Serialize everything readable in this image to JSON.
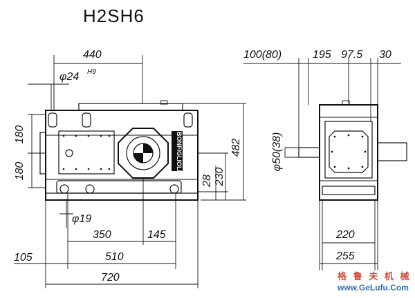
{
  "title": "H2SH6",
  "front_view": {
    "dims_top": {
      "overall_width_top": "440",
      "shaft_dia": "φ24",
      "shaft_tol": "H9"
    },
    "dims_left": {
      "upper_height": "180",
      "lower_height": "180"
    },
    "dims_right": {
      "dim_28": "28",
      "dim_230": "230",
      "dim_482": "482"
    },
    "dims_bottom": {
      "bolt_dia": "φ19",
      "d350": "350",
      "d145": "145",
      "d105": "105",
      "d510": "510",
      "d720": "720"
    },
    "nameplate": "BONFIGLIOLI"
  },
  "side_view": {
    "dims_top": {
      "d100": "100(80)",
      "d195": "195",
      "d97_5": "97.5",
      "d30": "30"
    },
    "shaft_dia": "φ50(38)",
    "dims_bottom": {
      "d220": "220",
      "d255": "255"
    }
  },
  "watermark": {
    "line1": "格 鲁 夫 机 械",
    "line2": "www.GeLufu.Com"
  }
}
